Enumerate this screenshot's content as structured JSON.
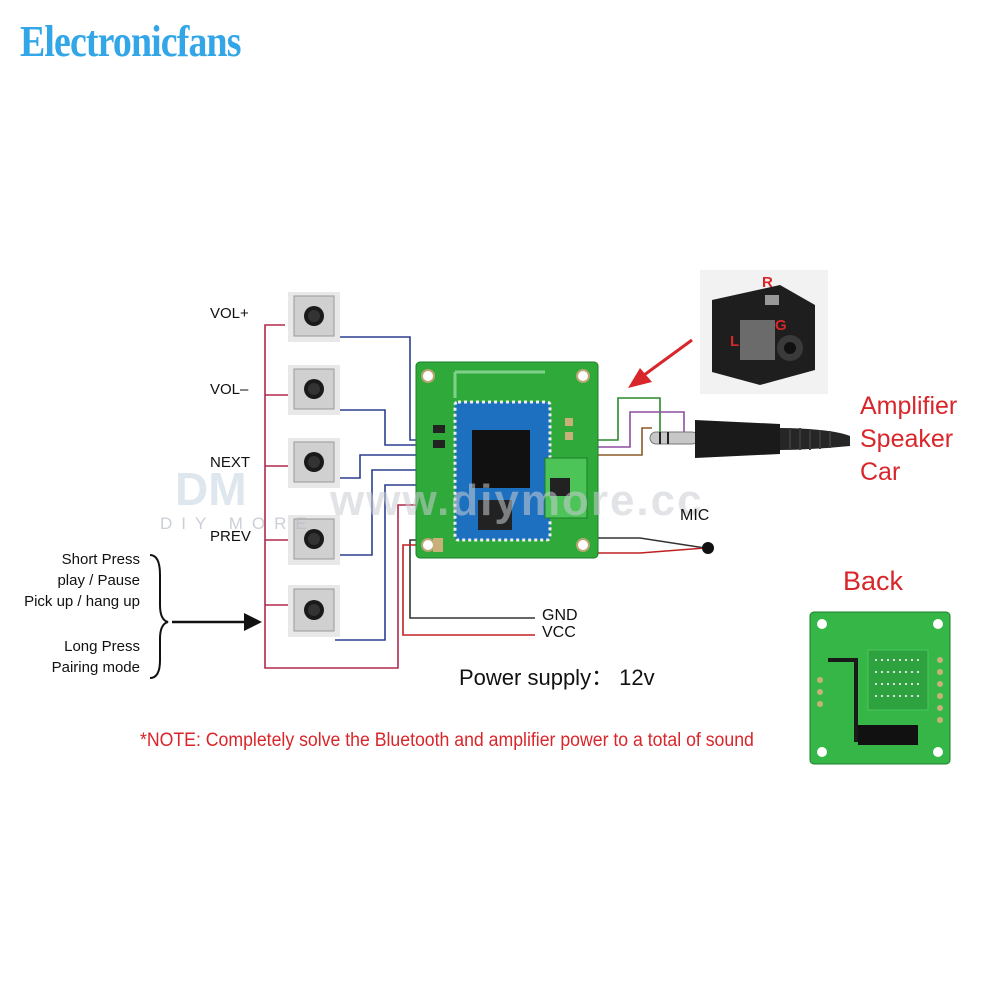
{
  "brand": "Electronicfans",
  "buttons": [
    {
      "label": "VOL+"
    },
    {
      "label": "VOL–"
    },
    {
      "label": "NEXT"
    },
    {
      "label": "PREV"
    }
  ],
  "button_descriptions": [
    "Short Press",
    "play / Pause",
    "Pick up / hang up",
    "Long Press",
    "Pairing mode"
  ],
  "jack_pins": {
    "r": "R",
    "l": "L",
    "g": "G"
  },
  "output_labels": [
    "Amplifier",
    "Speaker",
    "Car"
  ],
  "mic_label": "MIC",
  "gnd_label": "GND",
  "vcc_label": "VCC",
  "power_supply": "Power supply： 12v",
  "back_label": "Back",
  "note": "*NOTE: Completely solve the Bluetooth and amplifier power to a total of sound",
  "watermark": {
    "url": "www.diymore.cc",
    "logo": "DM",
    "sub": "DIY MORE"
  },
  "colors": {
    "wire_red": "#b02a4a",
    "wire_blue": "#2c3f8f",
    "wire_purple": "#8d4fa0",
    "wire_green": "#2a8a2a",
    "text_red": "#d9262b",
    "brand_blue": "#33a6e8",
    "pcb_green": "#2faa3a"
  }
}
